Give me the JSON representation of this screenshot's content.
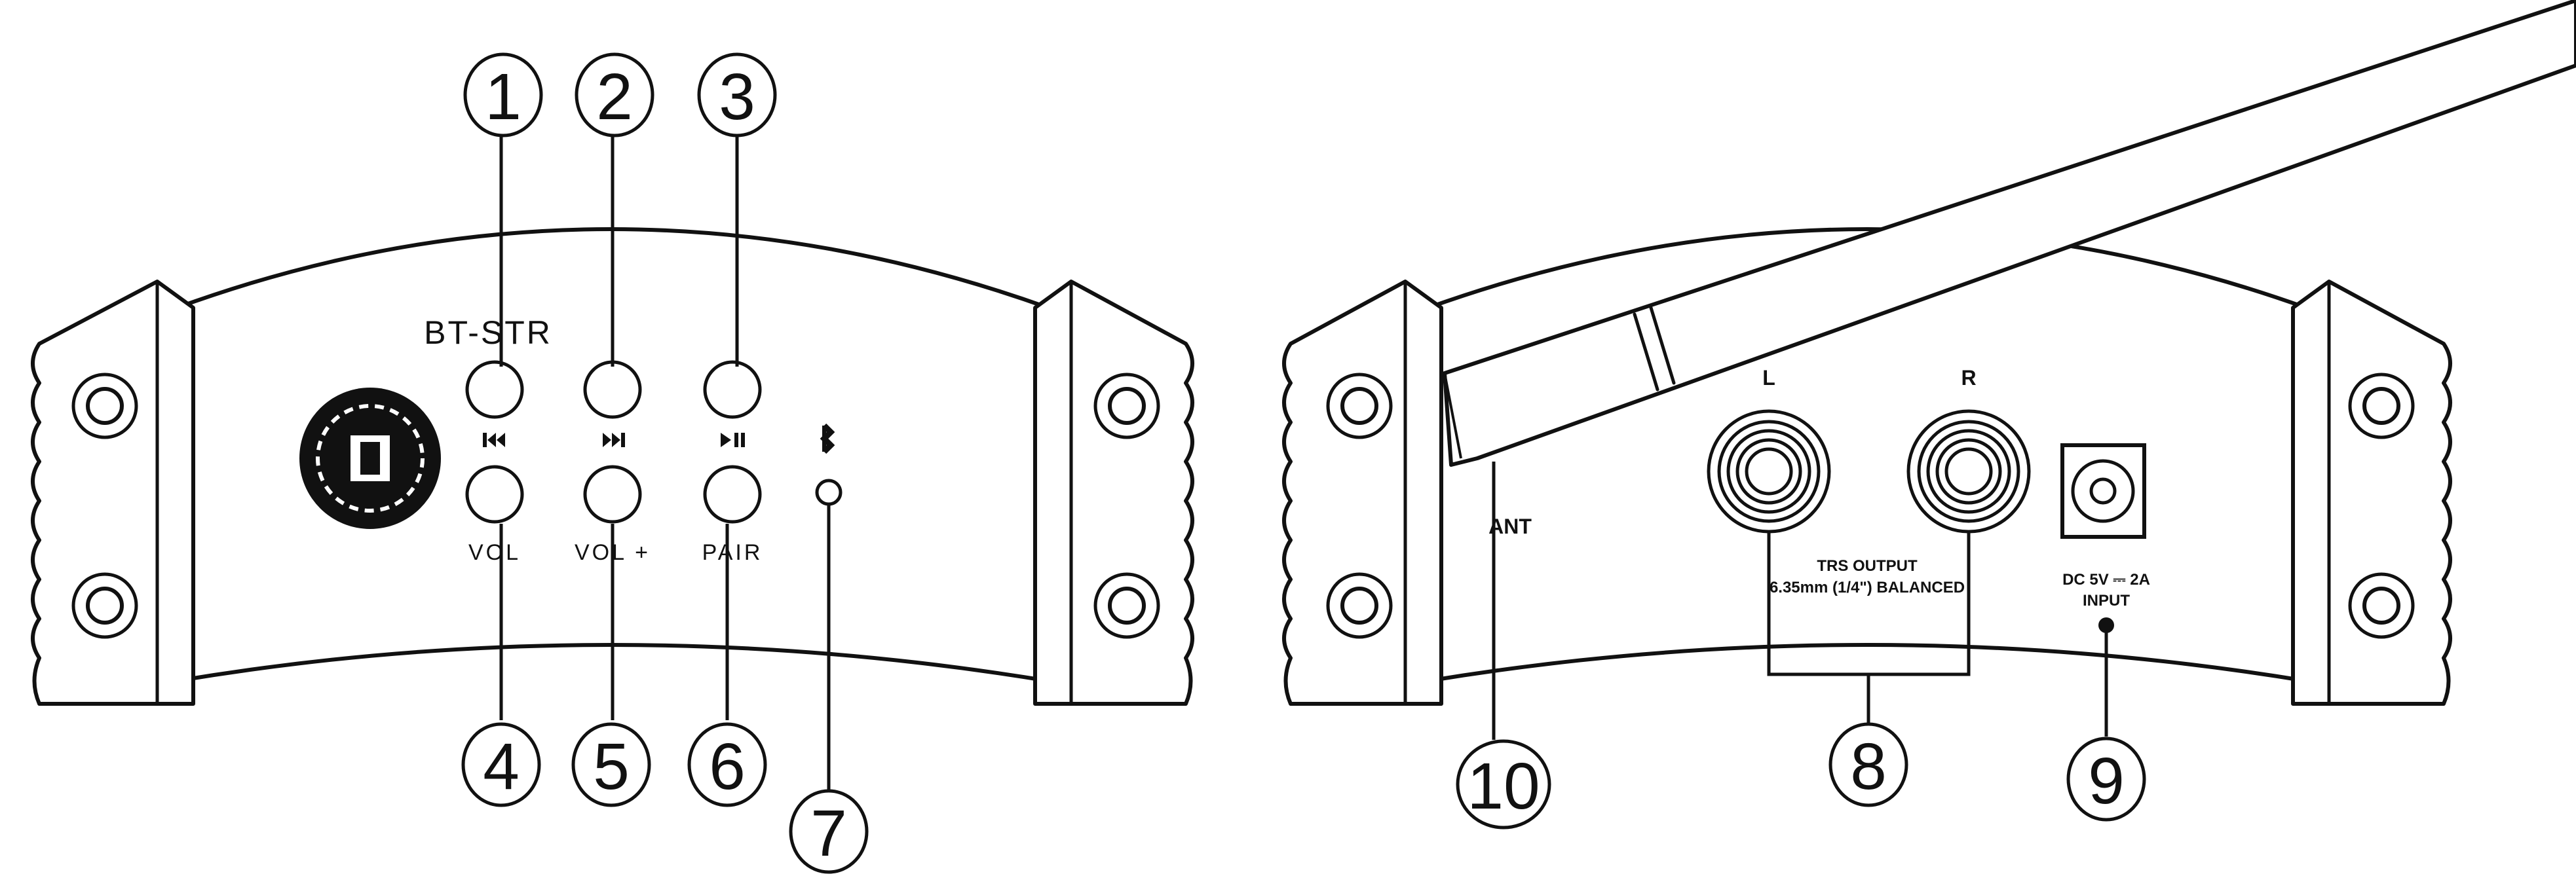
{
  "front_panel": {
    "model_label": "BT-STR",
    "button_labels": [
      "VOL",
      "VOL +",
      "PAIR"
    ],
    "button_icons": [
      "previous-track-icon",
      "next-track-icon",
      "play-pause-icon"
    ],
    "indicator_icon": "led-indicator-icon",
    "logo_icon": "brand-logo-icon"
  },
  "rear_panel": {
    "antenna_label": "ANT",
    "channel_left": "L",
    "channel_right": "R",
    "output_label_line1": "TRS OUTPUT",
    "output_label_line2": "6.35mm (1/4\") BALANCED",
    "power_label_line1": "DC 5V ⎓ 2A",
    "power_label_line2": "INPUT"
  },
  "callouts": [
    "1",
    "2",
    "3",
    "4",
    "5",
    "6",
    "7",
    "8",
    "9",
    "10"
  ]
}
